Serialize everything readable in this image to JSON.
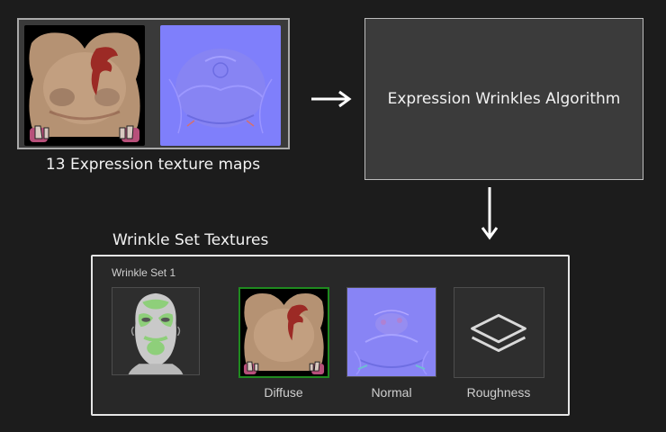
{
  "input": {
    "caption": "13 Expression texture maps",
    "thumbnails": [
      "diffuse-texture",
      "normal-texture"
    ]
  },
  "algorithm": {
    "label": "Expression Wrinkles Algorithm"
  },
  "output": {
    "title": "Wrinkle Set Textures",
    "set_label": "Wrinkle Set 1",
    "slots": [
      {
        "label": "Diffuse"
      },
      {
        "label": "Normal"
      },
      {
        "label": "Roughness"
      }
    ]
  },
  "colors": {
    "background": "#1c1c1c",
    "panel": "#3b3b3b",
    "selected_border": "#1f8a1f",
    "normal_map": "#8080ff"
  }
}
